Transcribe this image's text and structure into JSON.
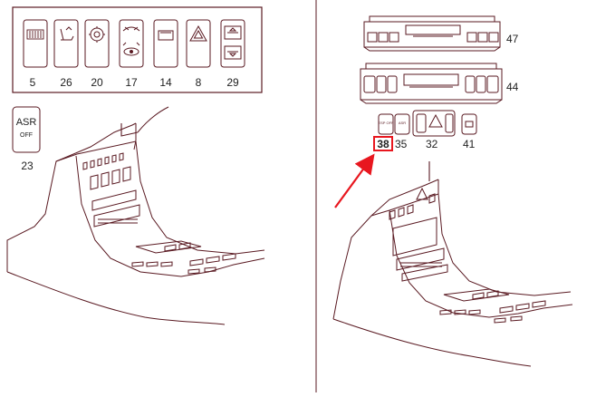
{
  "colors": {
    "line": "#5a1a22",
    "highlight": "#e8171f",
    "text": "#222222",
    "background": "#ffffff"
  },
  "left_panel": {
    "switch_labels": [
      "5",
      "26",
      "20",
      "17",
      "14",
      "8",
      "29"
    ],
    "asr_switch": {
      "title": "ASR",
      "subtitle": "OFF",
      "label": "23"
    }
  },
  "right_panel": {
    "part_labels": [
      "47",
      "44",
      "35",
      "32",
      "41"
    ],
    "highlighted_label": "38",
    "tiny_button_labels": [
      "ESP OFF",
      "ASR"
    ]
  }
}
